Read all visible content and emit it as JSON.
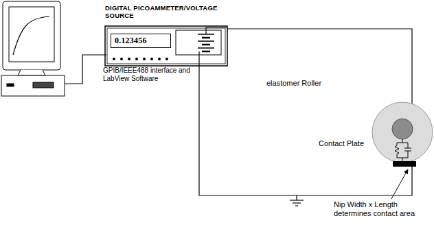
{
  "diagram": {
    "nodes": [
      {
        "text": [
          "DIGITAL PICOAMMETER/VOLTAGE SOURCE"
        ]
      },
      {
        "text": [
          "0.123456"
        ],
        "in": 0
      }
    ],
    "labels": [
      "GPIB/IEEE488 interface and LabView Software",
      "elastomer Roller",
      "Contact Plate",
      "Nip Width x Length determines contact area"
    ]
  }
}
